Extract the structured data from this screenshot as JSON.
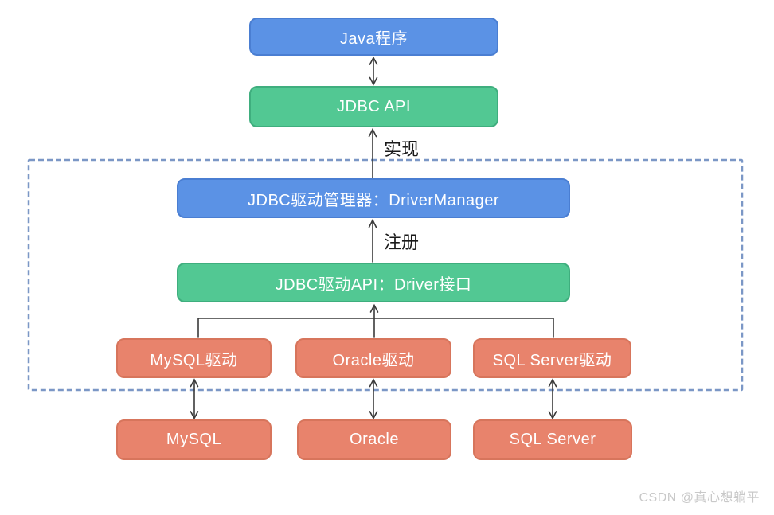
{
  "diagram": {
    "title": "JDBC architecture diagram",
    "nodes": {
      "java_program": {
        "label": "Java程序"
      },
      "jdbc_api": {
        "label": "JDBC API"
      },
      "driver_manager": {
        "label": "JDBC驱动管理器：DriverManager"
      },
      "driver_api": {
        "label": "JDBC驱动API：Driver接口"
      },
      "mysql_driver": {
        "label": "MySQL驱动"
      },
      "oracle_driver": {
        "label": "Oracle驱动"
      },
      "sqlserver_driver": {
        "label": "SQL Server驱动"
      },
      "mysql_db": {
        "label": "MySQL"
      },
      "oracle_db": {
        "label": "Oracle"
      },
      "sqlserver_db": {
        "label": "SQL Server"
      }
    },
    "edge_labels": {
      "implement": "实现",
      "register": "注册"
    },
    "colors": {
      "blue_node": "#5b92e5",
      "green_node": "#52c893",
      "salmon_node": "#e8836c",
      "dashed_container_border": "#7b97c6",
      "arrow": "#3a3a3a",
      "node_text": "#ffffff"
    },
    "watermark": "CSDN @真心想躺平"
  }
}
